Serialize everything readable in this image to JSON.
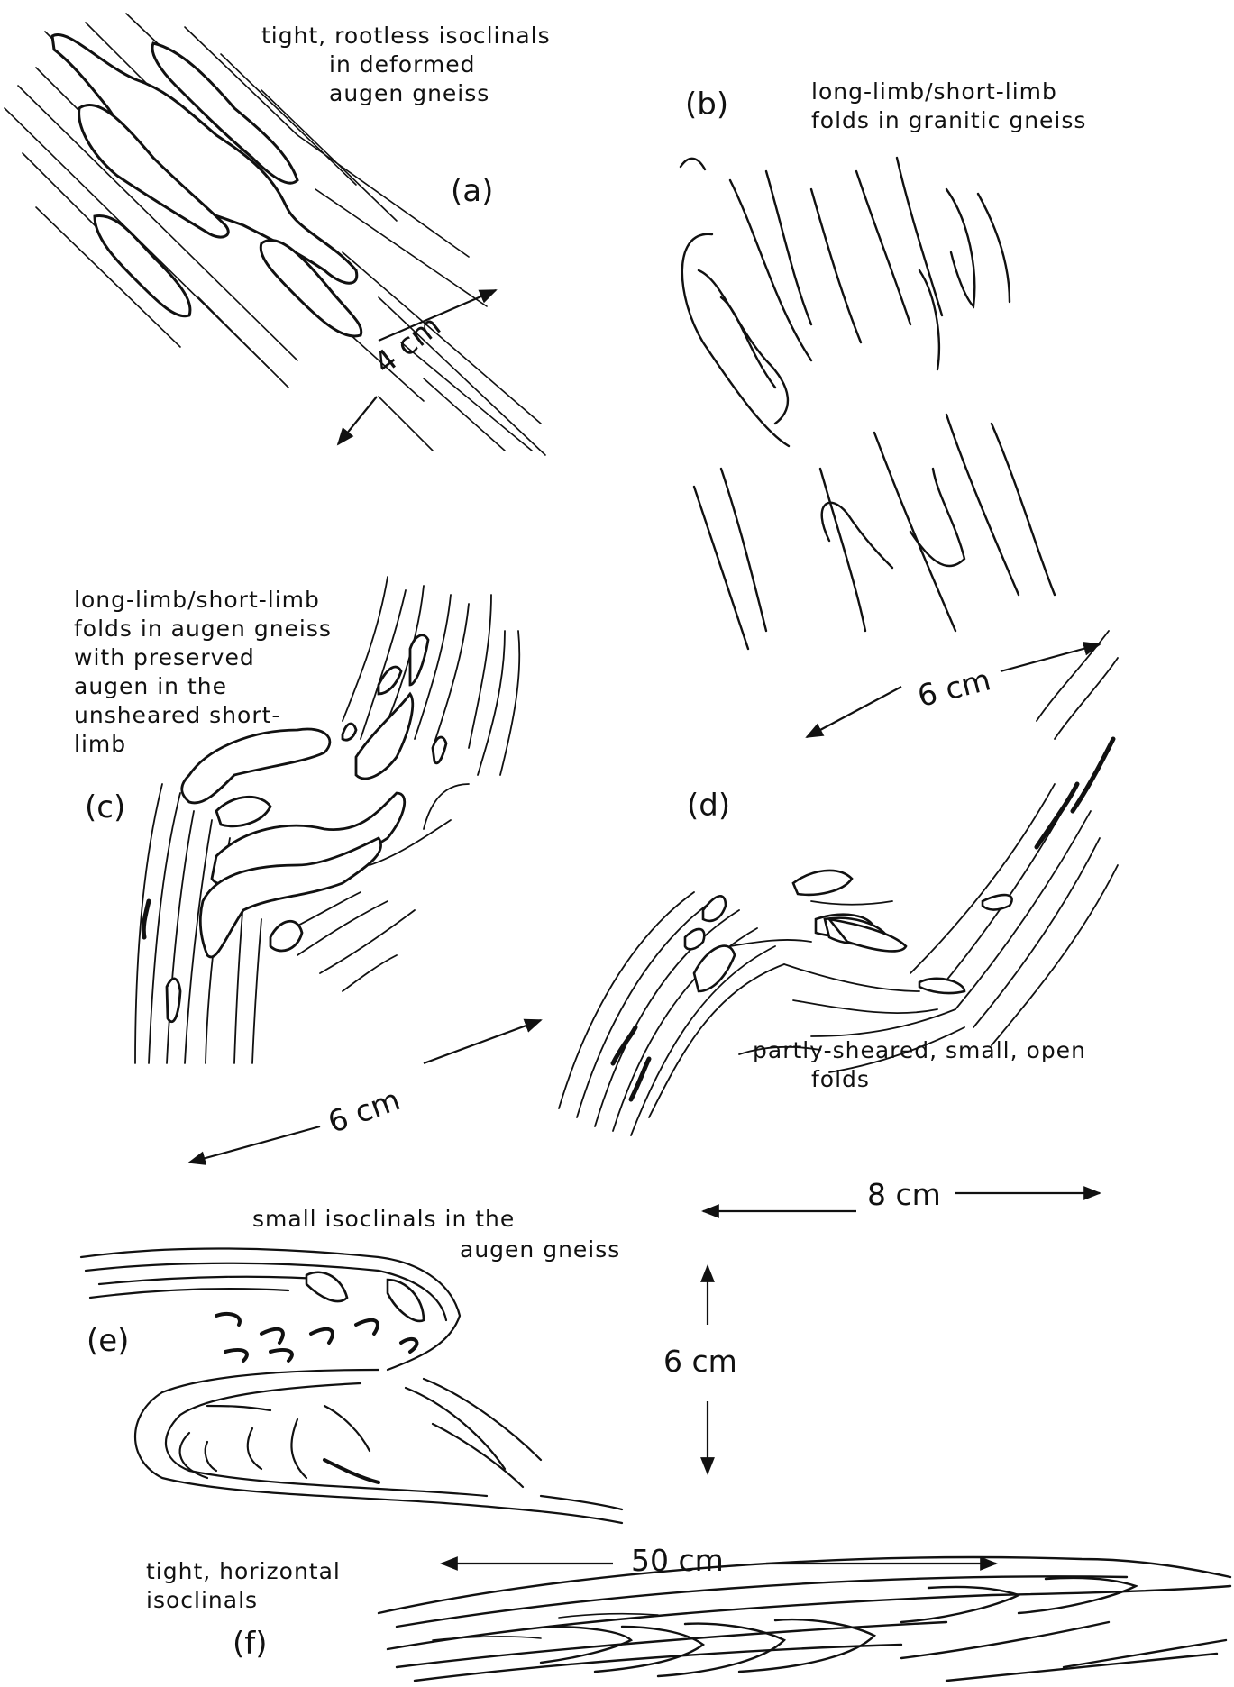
{
  "panels": {
    "a": {
      "label": "(a)",
      "caption": [
        "tight, rootless isoclinals",
        "in deformed",
        "augen gneiss"
      ],
      "scale": "4 cm"
    },
    "b": {
      "label": "(b)",
      "caption": [
        "long-limb/short-limb",
        "folds in granitic gneiss"
      ],
      "scale": "6 cm"
    },
    "c": {
      "label": "(c)",
      "caption": [
        "long-limb/short-limb",
        "folds in augen gneiss",
        "with preserved",
        "augen in the",
        "unsheared short-",
        "limb"
      ],
      "scale": "6 cm"
    },
    "d": {
      "label": "(d)",
      "caption": [
        "partly-sheared, small, open",
        "folds"
      ],
      "scale": "8 cm"
    },
    "e": {
      "label": "(e)",
      "caption": [
        "small isoclinals in the",
        "augen gneiss"
      ],
      "scale": "6 cm"
    },
    "f": {
      "label": "(f)",
      "caption": [
        "tight, horizontal",
        "isoclinals"
      ],
      "scale": "50 cm"
    }
  },
  "colors": {
    "ink": "#111111",
    "paper": "#ffffff"
  }
}
